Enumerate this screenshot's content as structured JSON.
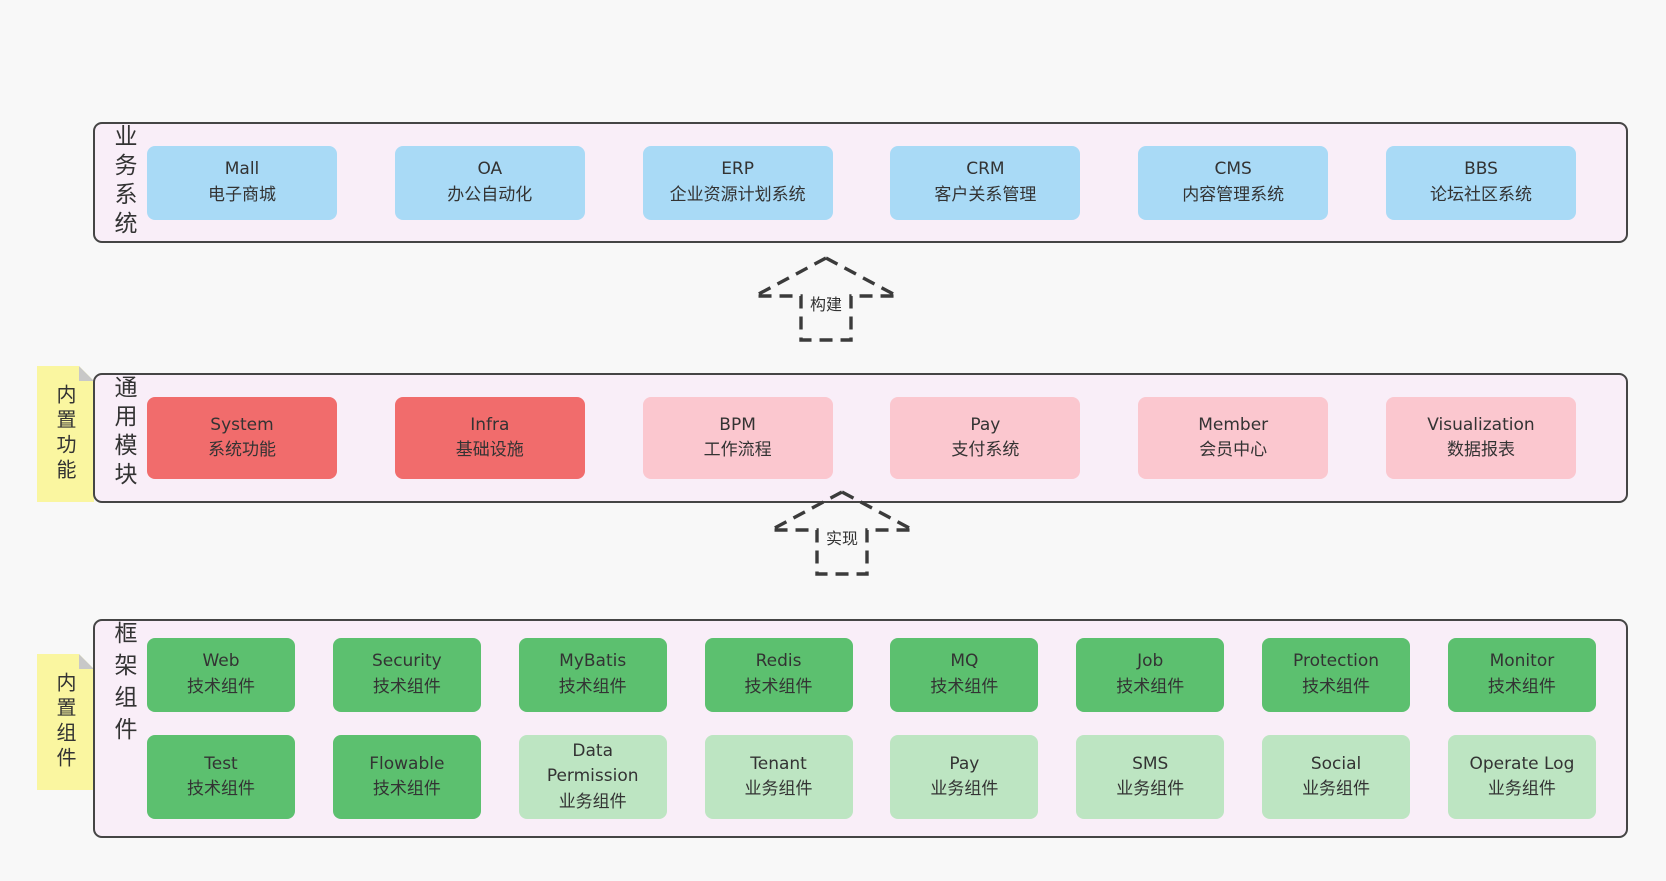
{
  "colors": {
    "page_bg": "#f8f8f8",
    "band_bg": "#f9eef8",
    "band_border": "#454545",
    "blue": "#a9daf6",
    "red": "#f16c6c",
    "pink": "#fbc7cf",
    "green": "#5cc06f",
    "green_light": "#bde5c2",
    "note_yellow": "#faf6a0",
    "note_fold": "#c8c8c8",
    "text": "#333333",
    "arrow": "#3b3b3b"
  },
  "arrows": [
    {
      "label": "构建"
    },
    {
      "label": "实现"
    }
  ],
  "bands": [
    {
      "label": "业务系统",
      "boxes": [
        {
          "en": "Mall",
          "zh": "电子商城",
          "variant": "blue"
        },
        {
          "en": "OA",
          "zh": "办公自动化",
          "variant": "blue"
        },
        {
          "en": "ERP",
          "zh": "企业资源计划系统",
          "variant": "blue"
        },
        {
          "en": "CRM",
          "zh": "客户关系管理",
          "variant": "blue"
        },
        {
          "en": "CMS",
          "zh": "内容管理系统",
          "variant": "blue"
        },
        {
          "en": "BBS",
          "zh": "论坛社区系统",
          "variant": "blue"
        }
      ]
    },
    {
      "label": "通用模块",
      "note": "内置功能",
      "boxes": [
        {
          "en": "System",
          "zh": "系统功能",
          "variant": "red"
        },
        {
          "en": "Infra",
          "zh": "基础设施",
          "variant": "red"
        },
        {
          "en": "BPM",
          "zh": "工作流程",
          "variant": "pink"
        },
        {
          "en": "Pay",
          "zh": "支付系统",
          "variant": "pink"
        },
        {
          "en": "Member",
          "zh": "会员中心",
          "variant": "pink"
        },
        {
          "en": "Visualization",
          "zh": "数据报表",
          "variant": "pink"
        }
      ]
    },
    {
      "label": "框架组件",
      "note": "内置组件",
      "rows": [
        [
          {
            "en": "Web",
            "zh": "技术组件",
            "variant": "green"
          },
          {
            "en": "Security",
            "zh": "技术组件",
            "variant": "green"
          },
          {
            "en": "MyBatis",
            "zh": "技术组件",
            "variant": "green"
          },
          {
            "en": "Redis",
            "zh": "技术组件",
            "variant": "green"
          },
          {
            "en": "MQ",
            "zh": "技术组件",
            "variant": "green"
          },
          {
            "en": "Job",
            "zh": "技术组件",
            "variant": "green"
          },
          {
            "en": "Protection",
            "zh": "技术组件",
            "variant": "green"
          },
          {
            "en": "Monitor",
            "zh": "技术组件",
            "variant": "green"
          }
        ],
        [
          {
            "en": "Test",
            "zh": "技术组件",
            "variant": "green"
          },
          {
            "en": "Flowable",
            "zh": "技术组件",
            "variant": "green"
          },
          {
            "en": "Data Permission",
            "zh": "业务组件",
            "variant": "green-light"
          },
          {
            "en": "Tenant",
            "zh": "业务组件",
            "variant": "green-light"
          },
          {
            "en": "Pay",
            "zh": "业务组件",
            "variant": "green-light"
          },
          {
            "en": "SMS",
            "zh": "业务组件",
            "variant": "green-light"
          },
          {
            "en": "Social",
            "zh": "业务组件",
            "variant": "green-light"
          },
          {
            "en": "Operate Log",
            "zh": "业务组件",
            "variant": "green-light"
          }
        ]
      ]
    }
  ]
}
